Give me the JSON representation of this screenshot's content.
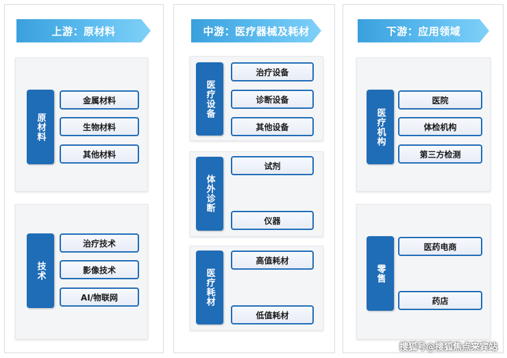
{
  "columns": [
    {
      "header": "上游：原材料",
      "groups": [
        {
          "label": "原材料",
          "items": [
            "金属材料",
            "生物材料",
            "其他材料"
          ]
        },
        {
          "label": "技术",
          "items": [
            "治疗技术",
            "影像技术",
            "AI/物联网"
          ]
        }
      ]
    },
    {
      "header": "中游：医疗器械及耗材",
      "groups": [
        {
          "label": "医疗设备",
          "items": [
            "治疗设备",
            "诊断设备",
            "其他设备"
          ]
        },
        {
          "label": "体外诊断",
          "items": [
            "试剂",
            "仪器"
          ]
        },
        {
          "label": "医疗耗材",
          "items": [
            "高值耗材",
            "低值耗材"
          ]
        }
      ]
    },
    {
      "header": "下游：应用领域",
      "groups": [
        {
          "label": "医疗机构",
          "items": [
            "医院",
            "体检机构",
            "第三方检测"
          ]
        },
        {
          "label": "零售",
          "items": [
            "医药电商",
            "药店"
          ]
        }
      ]
    }
  ],
  "watermark": "搜狐号@搜狐焦点来宾站",
  "colors": {
    "label_bg": "#1f6cb7",
    "banner": "#3aa0dd",
    "item_border": "#1f6cb7"
  }
}
